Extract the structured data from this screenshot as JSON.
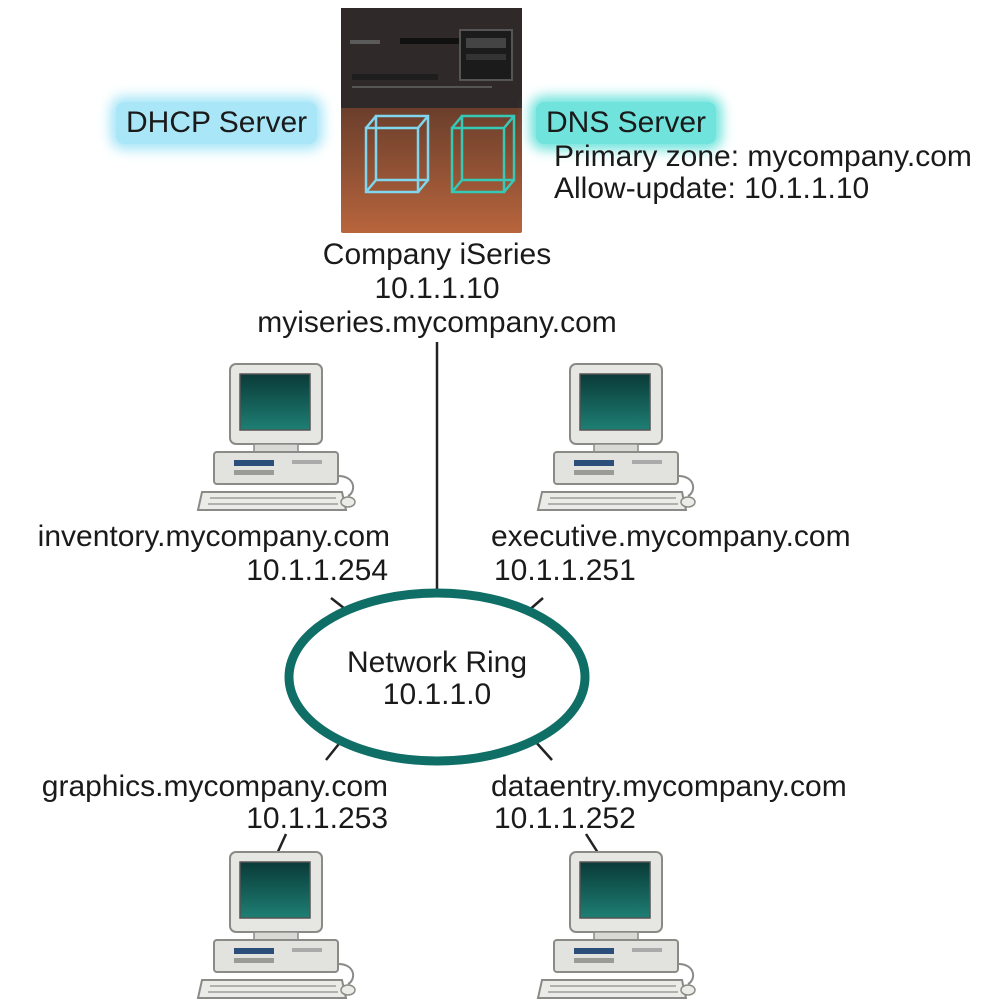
{
  "server": {
    "dhcp_label": "DHCP Server",
    "dns_label": "DNS Server",
    "primary_zone": "Primary zone: mycompany.com",
    "allow_update": "Allow-update: 10.1.1.10",
    "name": "Company iSeries",
    "ip": "10.1.1.10",
    "host": "myiseries.mycompany.com"
  },
  "ring": {
    "name": "Network Ring",
    "ip": "10.1.1.0"
  },
  "clients": [
    {
      "host": "inventory.mycompany.com",
      "ip": "10.1.1.254"
    },
    {
      "host": "executive.mycompany.com",
      "ip": "10.1.1.251"
    },
    {
      "host": "graphics.mycompany.com",
      "ip": "10.1.1.253"
    },
    {
      "host": "dataentry.mycompany.com",
      "ip": "10.1.1.252"
    }
  ],
  "colors": {
    "dhcp_glow": "#a9e6f7",
    "dns_glow": "#6fe3dc",
    "ring": "#0f6f66",
    "dhcp_box": "#7fd6ee",
    "dns_box": "#35c9b8"
  }
}
